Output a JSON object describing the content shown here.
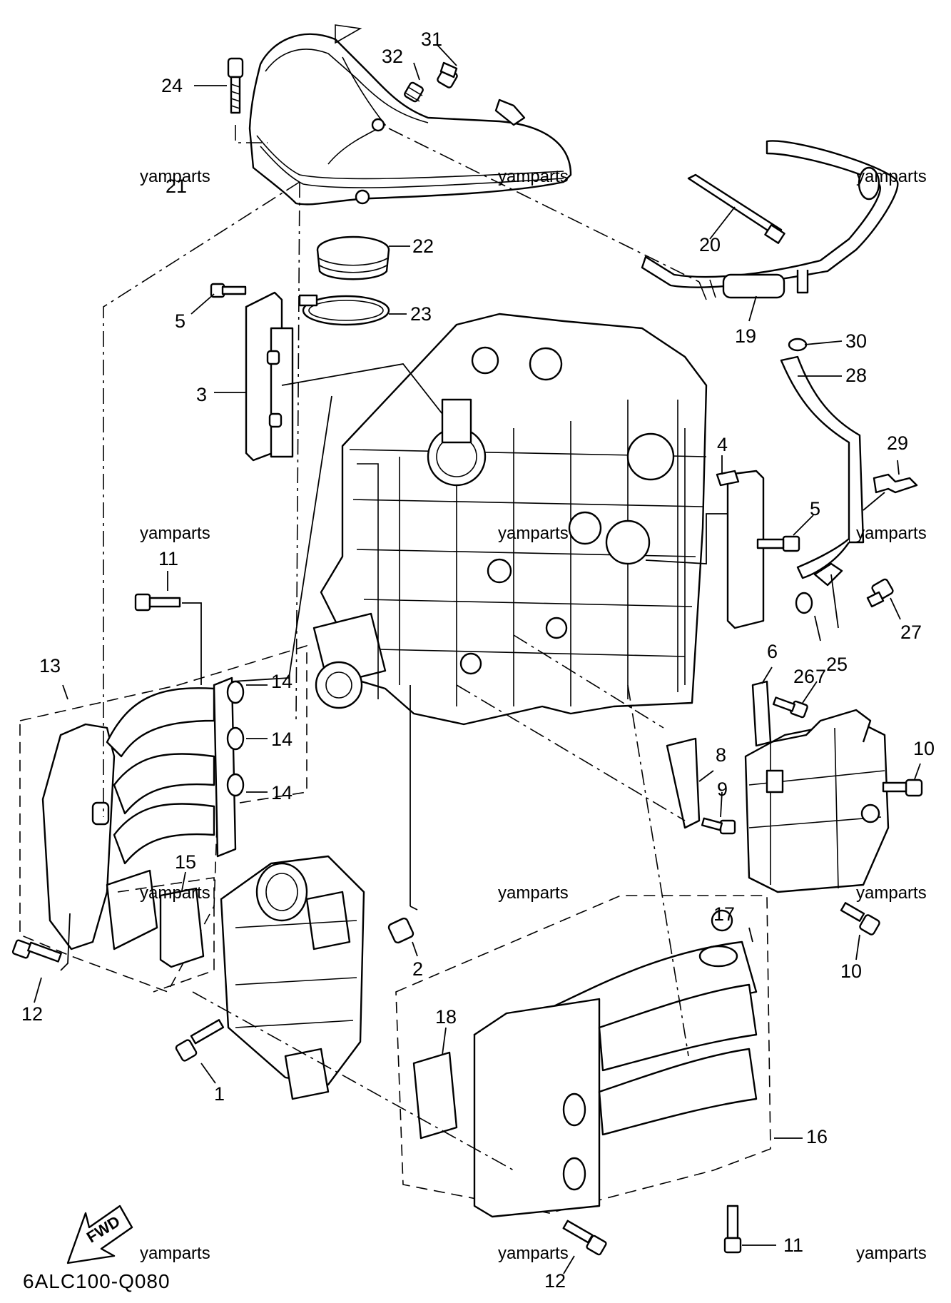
{
  "diagram": {
    "code": "6ALC100-Q080",
    "direction_label": "FWD",
    "watermark": "yamparts",
    "callouts": {
      "p1": "1",
      "p2": "2",
      "p3": "3",
      "p4": "4",
      "p5a": "5",
      "p5b": "5",
      "p6": "6",
      "p7": "7",
      "p8": "8",
      "p9": "9",
      "p10a": "10",
      "p10b": "10",
      "p11a": "11",
      "p11b": "11",
      "p12a": "12",
      "p12b": "12",
      "p13": "13",
      "p14a": "14",
      "p14b": "14",
      "p14c": "14",
      "p15": "15",
      "p16": "16",
      "p17": "17",
      "p18": "18",
      "p19": "19",
      "p20": "20",
      "p21": "21",
      "p22": "22",
      "p23": "23",
      "p24": "24",
      "p25": "25",
      "p26": "26",
      "p27": "27",
      "p28": "28",
      "p29": "29",
      "p30": "30",
      "p31": "31",
      "p32": "32"
    }
  }
}
